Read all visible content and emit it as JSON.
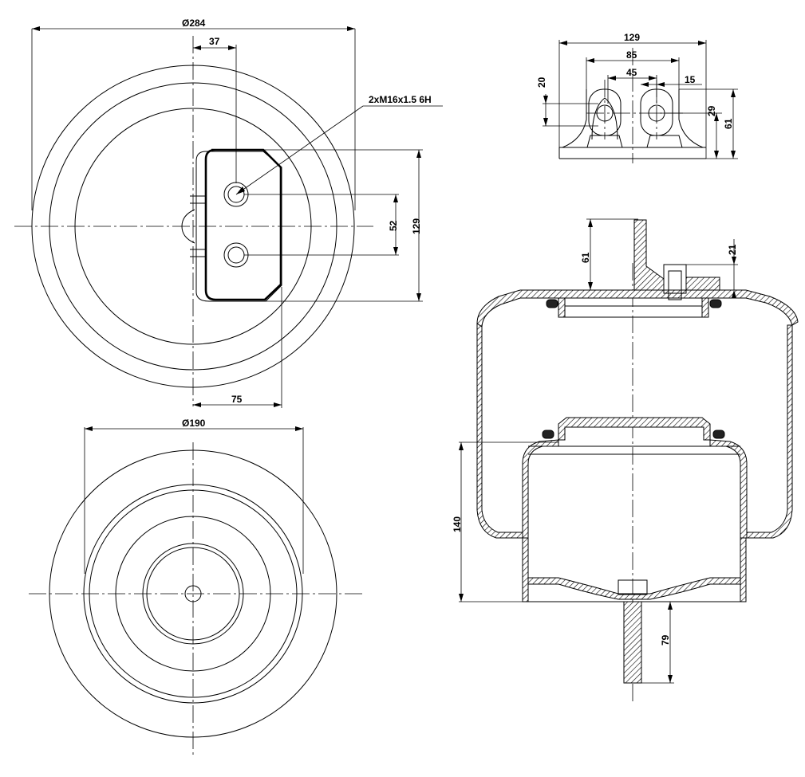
{
  "dimensions": {
    "top_outer_diameter": "Ø284",
    "bolt_offset": "37",
    "thread_callout": "2xM16x1.5 6H",
    "bolt_spacing": "52",
    "plate_height": "129",
    "plate_half_width": "75",
    "bottom_diameter": "Ø190",
    "side_width": "129",
    "side_mid": "85",
    "side_inner": "45",
    "side_offset": "15",
    "side_left_height": "20",
    "side_hole_height": "29",
    "side_total_height": "61",
    "section_stud_height": "61",
    "section_nut_height": "21",
    "section_piston_height": "140",
    "section_bottom_stud": "79"
  }
}
